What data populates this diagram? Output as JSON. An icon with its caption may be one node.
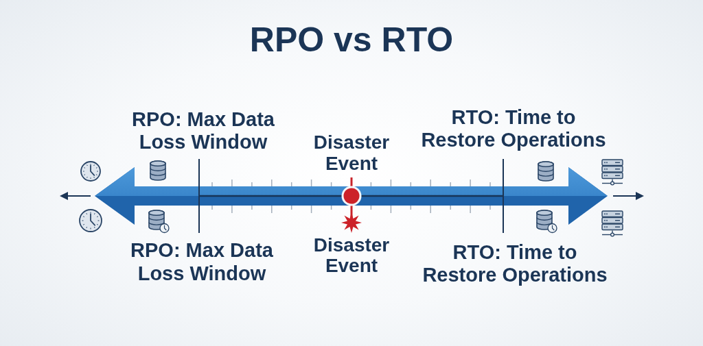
{
  "diagram": {
    "title": "RPO vs RTO",
    "labels": [
      "RPO: Max Data Loss Window",
      "Disaster Event",
      "RTO: Time to Restore Operations",
      "RPO: Max Data Loss Window",
      "Disaster Event",
      "RTO: Time to Restore Operations"
    ]
  }
}
